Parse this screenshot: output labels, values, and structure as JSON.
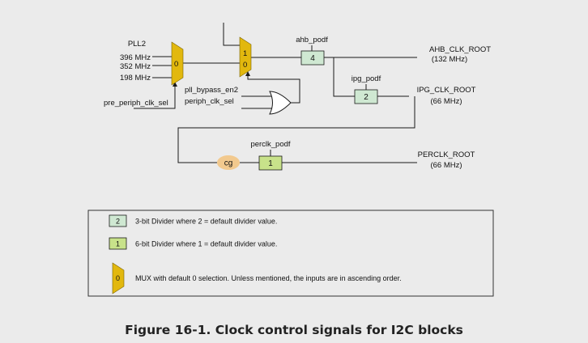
{
  "colors": {
    "background": "#ebebeb",
    "mux": "#e2b80e",
    "divider3": "#cfe8d2",
    "divider6": "#c8e28a",
    "cg": "#f2c98e",
    "line": "#1a1a1a"
  },
  "diagram": {
    "pll2_label": "PLL2",
    "pll_inputs": [
      "396 MHz",
      "352 MHz",
      "198 MHz"
    ],
    "mux1_sel": "0",
    "mux2_in_top": "1",
    "mux2_in_bot": "0",
    "pre_periph_clk_sel": "pre_periph_clk_sel",
    "pll_bypass_en2": "pll_bypass_en2",
    "periph_clk_sel": "periph_clk_sel",
    "ahb_podf": {
      "label": "ahb_podf",
      "value": "4"
    },
    "ipg_podf": {
      "label": "ipg_podf",
      "value": "2"
    },
    "perclk_podf": {
      "label": "perclk_podf",
      "value": "1"
    },
    "cg_label": "cg",
    "ahb_root": {
      "name": "AHB_CLK_ROOT",
      "freq": "(132 MHz)"
    },
    "ipg_root": {
      "name": "IPG_CLK_ROOT",
      "freq": "(66 MHz)"
    },
    "perclk_root": {
      "name": "PERCLK_ROOT",
      "freq": "(66 MHz)"
    }
  },
  "legend": {
    "item1": {
      "symbol": "2",
      "text": "3-bit Divider where 2 = default divider value."
    },
    "item2": {
      "symbol": "1",
      "text": "6-bit Divider where 1 = default divider value."
    },
    "item3": {
      "symbol": "0",
      "text": "MUX with default 0 selection. Unless mentioned, the inputs are in ascending order."
    }
  },
  "caption": "Figure 16-1. Clock control signals for I2C blocks"
}
